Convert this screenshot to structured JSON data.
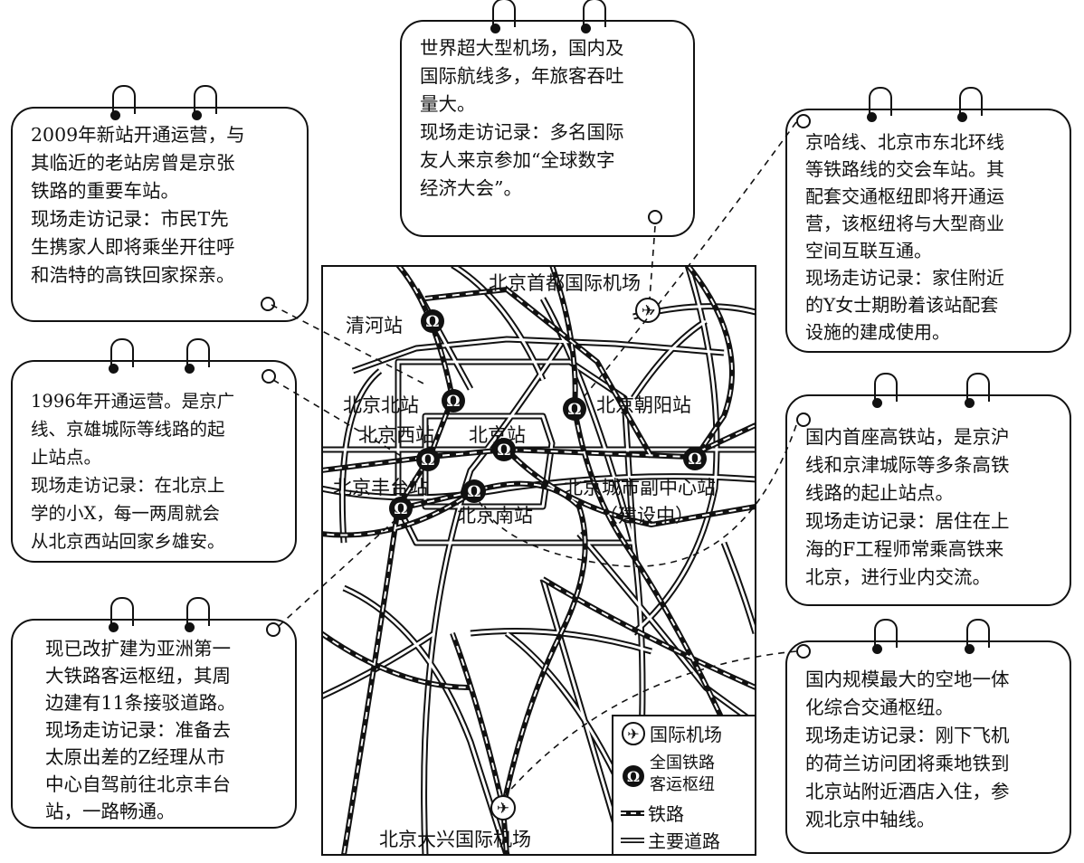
{
  "notes": {
    "qinghe": "2009年新站开通运营，与\n其临近的老站房曾是京张\n铁路的重要车站。\n现场走访记录：市民T先\n生携家人即将乘坐开往呼\n和浩特的高铁回家探亲。",
    "beijingxi": "1996年开通运营。是京广\n线、京雄城际等线路的起\n止站点。\n现场走访记录：在北京上\n学的小X，每一两周就会\n从北京西站回家乡雄安。",
    "fengtai": "现已改扩建为亚洲第一\n大铁路客运枢纽，其周\n边建有11条接驳道路。\n现场走访记录：准备去\n太原出差的Z经理从市\n中心自驾前往北京丰台\n站，一路畅通。",
    "capital_airport": "世界超大型机场，国内及\n国际航线多，年旅客吞吐\n量大。\n现场走访记录：多名国际\n友人来京参加“全球数字\n经济大会”。",
    "chaoyang": "京哈线、北京市东北环线\n等铁路线的交会车站。其\n配套交通枢纽即将开通运\n营，该枢纽将与大型商业\n空间互联互通。\n现场走访记录：家住附近\n的Y女士期盼着该站配套\n设施的建成使用。",
    "beijingnan": "国内首座高铁站，是京沪\n线和京津城际等多条高铁\n线路的起止站点。\n现场走访记录：居住在上\n海的F工程师常乘高铁来\n北京，进行业内交流。",
    "daxing": "国内规模最大的空地一体\n化综合交通枢纽。\n现场走访记录：刚下飞机\n的荷兰访问团将乘地铁到\n北京站附近酒店入住，参\n观北京中轴线。"
  },
  "map": {
    "labels": {
      "capital_airport": "北京首都国际机场",
      "qinghe": "清河站",
      "beijingbei": "北京北站",
      "chaoyang": "北京朝阳站",
      "beijingxi": "北京西站",
      "beijing": "北京站",
      "fengtai": "北京丰台站",
      "subcenter": "北京城市副中心站",
      "subcenter_note": "（建设中）",
      "beijingnan": "北京南站",
      "daxing": "北京大兴国际机场"
    },
    "legend": {
      "airport": "国际机场",
      "hub_line1": "全国铁路",
      "hub_line2": "客运枢纽",
      "railway": "铁路",
      "road": "主要道路"
    }
  }
}
